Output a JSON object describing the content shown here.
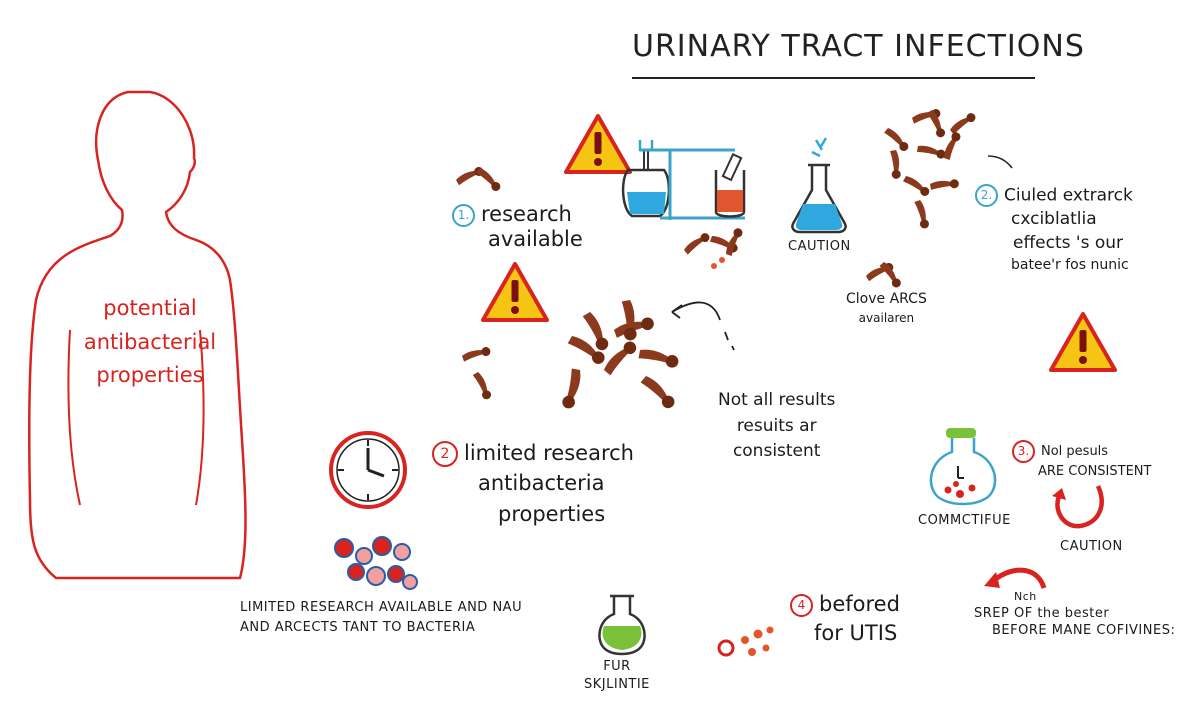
{
  "title": "URINARY TRACT INFECTIONS",
  "body_label": [
    "potential",
    "antibacterial",
    "properties"
  ],
  "research_available": {
    "number": "1.",
    "lines": [
      "research",
      "available"
    ]
  },
  "caution_flask": "CAUTION",
  "clove_extract": {
    "number": "2.",
    "lines": [
      "Ciuled extrarck",
      "cxciblatlia",
      "effects 's our",
      "batee'r fos nunic"
    ]
  },
  "clove_arcs": [
    "Clove ARCS",
    "availaren"
  ],
  "not_all_results": [
    "Not all results",
    "resuits ar",
    "consistent"
  ],
  "limited_research": {
    "number": "2",
    "lines": [
      "limited research",
      "antibacteria",
      "properties"
    ]
  },
  "limited_caption": [
    "LIMITED RESEARCH AVAILABLE  AND NAU",
    "AND ARCECTS TANT TO BACTERIA"
  ],
  "not_results_small": {
    "number": "3.",
    "lines": [
      "Nol pesuls",
      "ARE CONSISTENT"
    ]
  },
  "commctifue": "COMMCTIFUE",
  "caution_right": "CAUTION",
  "step_before": [
    "Nch",
    "SREP OF the bester",
    "BEFORE MANE COFIVINES:"
  ],
  "befored": {
    "number": "4",
    "lines": [
      "befored",
      "for UTIS"
    ]
  },
  "fur_skjlintie": [
    "FUR",
    "SKJLINTIE"
  ],
  "colors": {
    "red": "#d8231f",
    "blue": "#3aa3c9",
    "clove": "#8b3a1e",
    "warning": "#f6c514",
    "green": "#7ac13a"
  },
  "icons": [
    "human-silhouette",
    "warning-icon",
    "flask-icon",
    "lab-apparatus-icon",
    "clock-icon",
    "bacteria-icon",
    "cloves-icon",
    "arrow-icon",
    "circular-arrow-icon"
  ]
}
